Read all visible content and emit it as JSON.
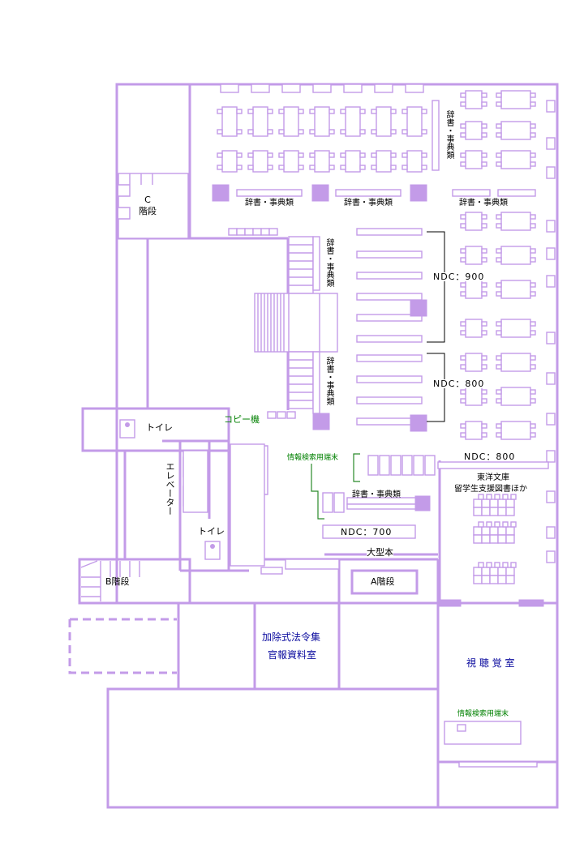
{
  "labels": {
    "c_stairs": "C\n階段",
    "toilet_1": "トイレ",
    "toilet_2": "トイレ",
    "elevator": "エレベーター",
    "copy": "コピー機",
    "b_stairs": "B階段",
    "a_stairs": "A階段",
    "large_books": "大型本",
    "dict_top_right": "辞書・事典類",
    "dict_bottom_1": "辞書・事典類",
    "dict_bottom_2": "辞書・事典類",
    "dict_bottom_3": "辞書・事典類",
    "dict_mid_1": "辞書・事典類",
    "dict_mid_2": "辞書・事典類",
    "dict_lower": "辞書・事典類",
    "ndc_900": "NDC：900",
    "ndc_800a": "NDC：800",
    "ndc_800b": "NDC：800",
    "ndc_700": "NDC：700",
    "terminal_1": "情報検索用端末",
    "terminal_2": "情報検索用端末",
    "toyo_1": "東洋文庫",
    "toyo_2": "留学生支援図書ほか",
    "law_1": "加除式法令集",
    "law_2": "官報資料室",
    "av_room": "視 聴 覚 室"
  },
  "colors": {
    "wall": "#c39be8",
    "green_text": "#008000",
    "blue_text": "#0a0a9e"
  }
}
